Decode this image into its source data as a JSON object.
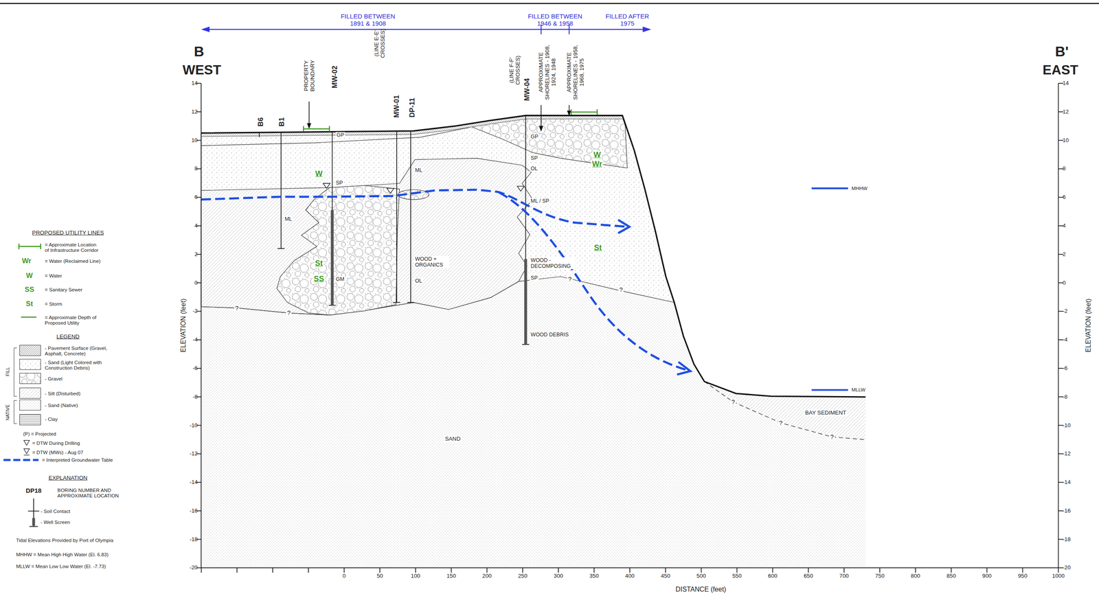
{
  "diagram": {
    "labels": [
      "FILLED BETWEEN 1891 & 1908",
      "FILLED BETWEEN 1946 & 1958",
      "FILLED AFTER 1975",
      "B",
      "WEST",
      "B'",
      "EAST",
      "PROPERTY BOUNDARY",
      "(LINE E-E' CROSSES)",
      "(LINE F-F' CROSSES)",
      "APPROXIMATE SHORELINES - 1908, 1924, 1948",
      "APPROXIMATE SHORELINES - 1958, 1968, 1975",
      "B6",
      "B1",
      "MW-02",
      "MW-01",
      "DP-11",
      "MW-04",
      "GP",
      "SP",
      "ML",
      "GM",
      "ML",
      "WOOD + ORGANICS",
      "OL",
      "GP",
      "SP",
      "OL",
      "ML / SP",
      "WOOD - DECOMPOSING",
      "SP",
      "WOOD DEBRIS",
      "SAND",
      "BAY SEDIMENT",
      "MHHW",
      "MLLW",
      "W",
      "St",
      "SS",
      "W",
      "Wr",
      "St",
      "?",
      "?",
      "?",
      "?",
      "?",
      "?",
      "?",
      "ELEVATION (feet)",
      "ELEVATION (feet)",
      "DISTANCE (feet)",
      "PROPOSED UTILITY LINES",
      "Wr",
      "W",
      "SS",
      "St",
      "LEGEND",
      "FILL",
      "NATIVE",
      "(P) = Projected",
      "EXPLANATION",
      "DP18",
      "BORING NUMBER AND APPROXIMATE LOCATION",
      "Tidal Elevations Provided by Port of Olympia",
      "MHHW = Mean High High Water (El. 6.83)",
      "MLLW = Mean Low Low Water (El. -7.73)",
      "14",
      "12",
      "10",
      "8",
      "6",
      "4",
      "2",
      "0",
      "-2",
      "-4",
      "-6",
      "-8",
      "-10",
      "-12",
      "-14",
      "-16",
      "-18",
      "-20",
      "14",
      "12",
      "10",
      "8",
      "6",
      "4",
      "2",
      "0",
      "-2",
      "-4",
      "-6",
      "-8",
      "-10",
      "-12",
      "-14",
      "-16",
      "-18",
      "-20",
      "0",
      "50",
      "100",
      "150",
      "200",
      "250",
      "300",
      "350",
      "400",
      "450",
      "500",
      "550",
      "600",
      "650",
      "700",
      "750",
      "800",
      "850",
      "900",
      "950",
      "1000"
    ],
    "legend": [
      {
        "text": "= Approximate Location of Infrastructure Corridor"
      },
      {
        "text": "= Water (Reclaimed Line)"
      },
      {
        "text": "= Water"
      },
      {
        "text": "= Sanitary Sewer"
      },
      {
        "text": "= Storm"
      },
      {
        "text": "= Approximate Depth of Proposed Utility"
      },
      {
        "text": "- Pavement Surface (Gravel, Asphalt, Concrete)"
      },
      {
        "text": "- Sand (Light Colored with Construction Debris)"
      },
      {
        "text": "- Gravel"
      },
      {
        "text": "- Silt (Disturbed)"
      },
      {
        "text": "- Sand (Native)"
      },
      {
        "text": "- Clay"
      },
      {
        "text": "= DTW During Drilling"
      },
      {
        "text": "= DTW (MWs) - Aug 07"
      },
      {
        "text": "= Interpreted Groundwater Table"
      },
      {
        "text": "- Soil Contact"
      },
      {
        "text": "- Well Screen"
      }
    ]
  }
}
